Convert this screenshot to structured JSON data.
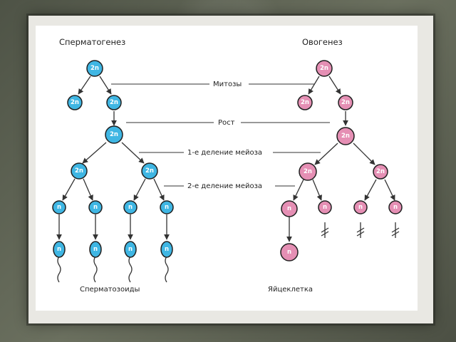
{
  "titles": {
    "left": "Сперматогенез",
    "right": "Овогенез"
  },
  "stages": {
    "mitosis": "Митозы",
    "growth": "Рост",
    "meiosis1": "1-е деление мейоза",
    "meiosis2": "2-е деление мейоза"
  },
  "captions": {
    "sperm": "Сперматозоиды",
    "egg": "Яйцеклетка"
  },
  "labels": {
    "diploid": "2n",
    "haploid": "n"
  },
  "colors": {
    "sperm_cell": "#3fb6e3",
    "egg_cell": "#e58fb4",
    "cell_outline": "#1f1f1f"
  },
  "icons": {
    "polar_body_degeneration": "cross-arrow-icon",
    "sperm_tail": "flagellum-icon"
  }
}
